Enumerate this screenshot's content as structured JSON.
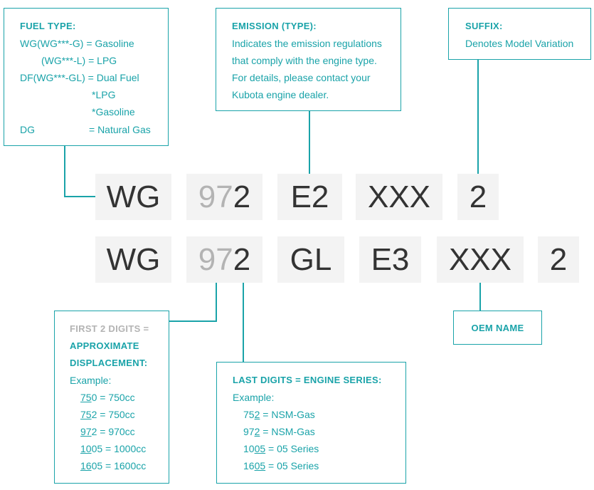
{
  "colors": {
    "accent": "#1aa3a9",
    "tile_bg": "#f3f3f3",
    "tile_text": "#333333",
    "muted": "#b3b3b3"
  },
  "fuel_type": {
    "title": "FUEL TYPE:",
    "lines": [
      "WG(WG***-G) = Gasoline",
      "(WG***-L) = LPG",
      "DF(WG***-GL) = Dual Fuel",
      "*LPG",
      "*Gasoline",
      "DG",
      "= Natural Gas"
    ]
  },
  "emission": {
    "title": "EMISSION (TYPE):",
    "lines": [
      "Indicates the emission regulations",
      "that comply with the engine type.",
      "For details, please contact your",
      "Kubota engine dealer."
    ]
  },
  "suffix": {
    "title": "SUFFIX:",
    "text": "Denotes Model Variation"
  },
  "row1": {
    "wg": "WG",
    "disp": "97",
    "series": "2",
    "emission": "E2",
    "oem": "XXX",
    "suffix": "2"
  },
  "row2": {
    "wg": "WG",
    "disp": "97",
    "series": "2",
    "fuel": "GL",
    "emission": "E3",
    "oem": "XXX",
    "suffix": "2"
  },
  "oem": {
    "label": "OEM NAME"
  },
  "first_digits": {
    "title_a": "FIRST 2 DIGITS =",
    "title_b": "APPROXIMATE",
    "title_c": "DISPLACEMENT:",
    "example": "Example:",
    "items": [
      {
        "u": "75",
        "rest": "0 = 750cc"
      },
      {
        "u": "75",
        "rest": "2 = 750cc"
      },
      {
        "u": "97",
        "rest": "2 = 970cc"
      },
      {
        "u": "10",
        "rest": "05 = 1000cc"
      },
      {
        "u": "16",
        "rest": "05 = 1600cc"
      }
    ]
  },
  "last_digits": {
    "title": "LAST DIGITS = ENGINE SERIES:",
    "example": "Example:",
    "items": [
      {
        "pre": "75",
        "u": "2",
        "rest": " = NSM-Gas"
      },
      {
        "pre": "97",
        "u": "2",
        "rest": " = NSM-Gas"
      },
      {
        "pre": "10",
        "u": "05",
        "rest": " = 05 Series"
      },
      {
        "pre": "16",
        "u": "05",
        "rest": " = 05 Series"
      }
    ]
  }
}
